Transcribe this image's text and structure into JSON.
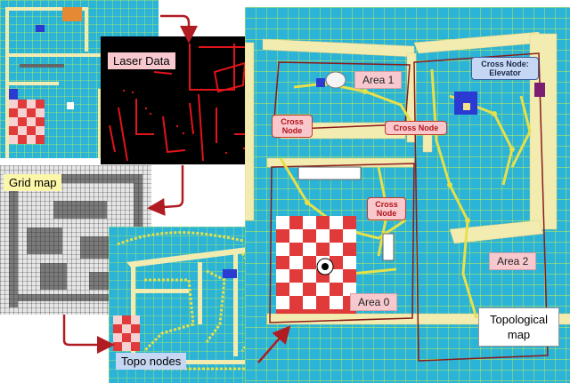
{
  "labels": {
    "laser_data": "Laser Data",
    "grid_map": "Grid map",
    "topo_nodes": "Topo nodes",
    "topological_map": "Topological\nmap"
  },
  "callouts": {
    "cross_node_elevator": "Cross Node:\nElevator",
    "cross_node_left": "Cross\nNode",
    "cross_node_center": "Cross Node",
    "cross_node_lower": "Cross\nNode"
  },
  "areas": {
    "area0": "Area 0",
    "area1": "Area 1",
    "area2": "Area 2"
  },
  "colors": {
    "floor": "#2bb3d8",
    "grid_line": "#c8f04a",
    "wall": "#f3ecb0",
    "laser": "#e0141b",
    "arrow": "#b01c22",
    "topo_path": "#e6e04a",
    "checker_red": "#e03a3a"
  }
}
